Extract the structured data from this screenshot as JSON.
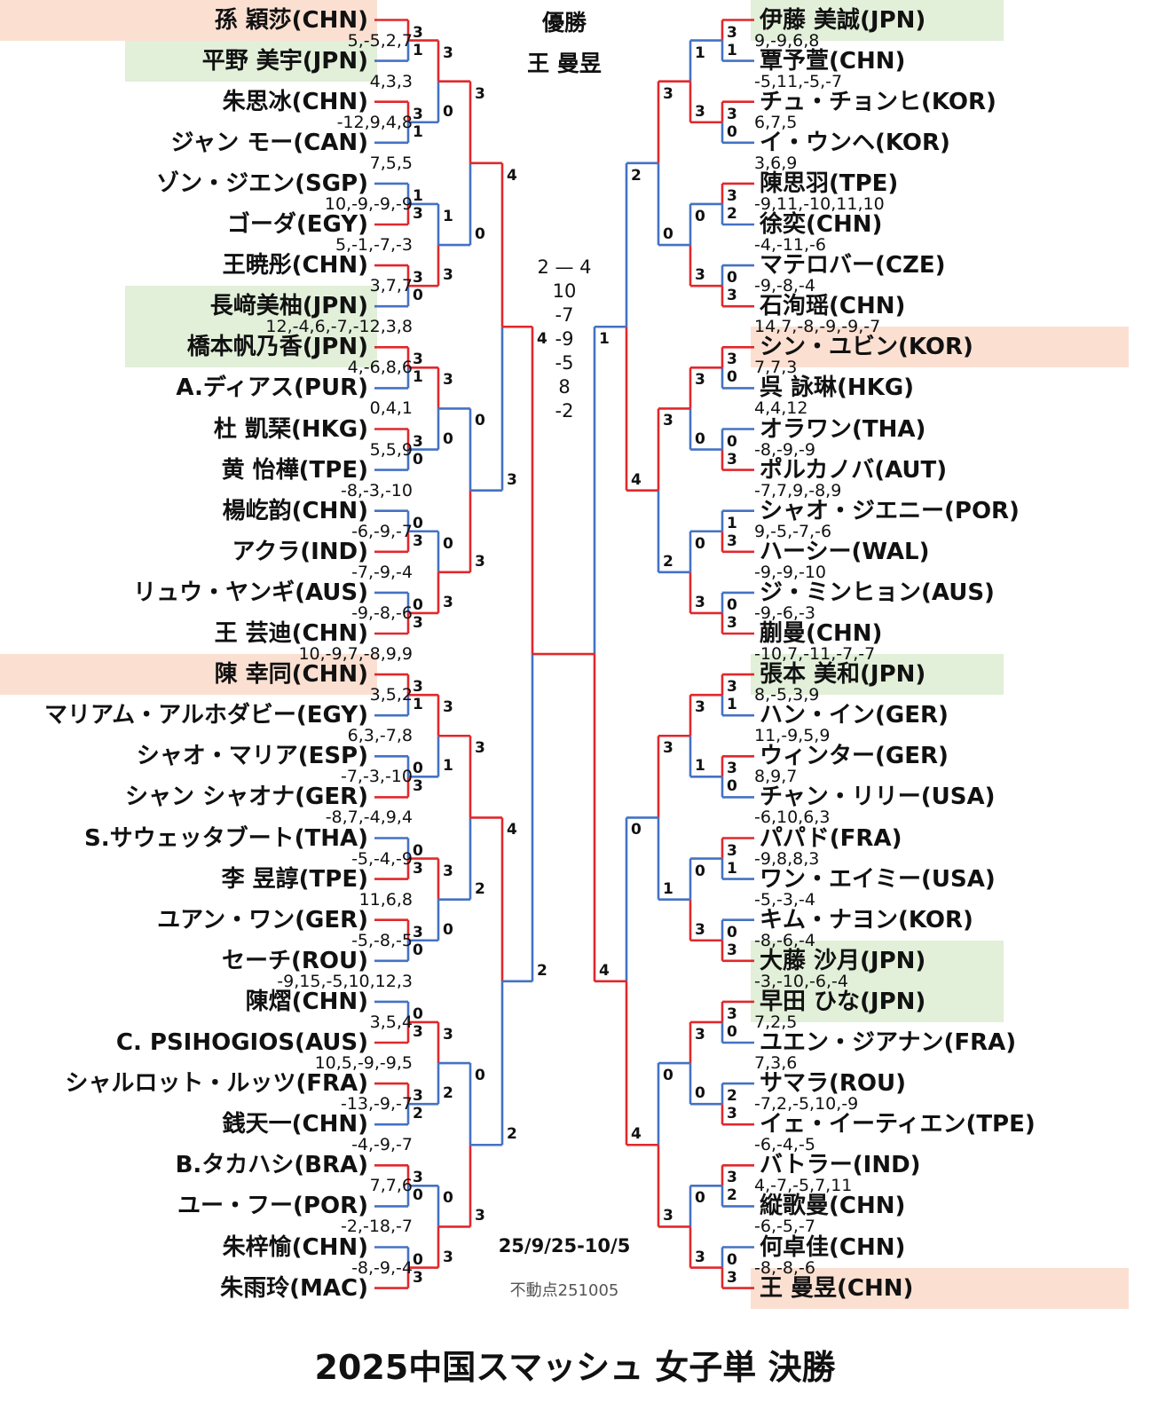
{
  "title": "2025中国スマッシュ 女子単 決勝",
  "champion_label": "優勝",
  "champion": "王 曼昱",
  "dates": "25/9/25-10/5",
  "stamp": "不動点251005",
  "final_score": "2 — 4",
  "final_sets": [
    "10",
    "-7",
    "-9",
    "-5",
    "8",
    "-2"
  ],
  "colors": {
    "winner_line": "#e0282c",
    "loser_line": "#4472c4",
    "pink": "#fbe0d2",
    "green": "#e2efd9"
  },
  "left_players": [
    "孫 穎莎(CHN)",
    "平野 美宇(JPN)",
    "朱思冰(CHN)",
    "ジャン モー(CAN)",
    "ゾン・ジエン(SGP)",
    "ゴーダ(EGY)",
    "王暁彤(CHN)",
    "長﨑美柚(JPN)",
    "橋本帆乃香(JPN)",
    "A.ディアス(PUR)",
    "杜 凱琹(HKG)",
    "黄 怡樺(TPE)",
    "楊屹韵(CHN)",
    "アクラ(IND)",
    "リュウ・ヤンギ(AUS)",
    "王 芸迪(CHN)",
    "陳 幸同(CHN)",
    "マリアム・アルホダビー(EGY)",
    "シャオ・マリア(ESP)",
    "シャン シャオナ(GER)",
    "S.サウェッタブート(THA)",
    "李 昱諄(TPE)",
    "ユアン・ワン(GER)",
    "セーチ(ROU)",
    "陳熠(CHN)",
    "C. PSIHOGIOS(AUS)",
    "シャルロット・ルッツ(FRA)",
    "銭天一(CHN)",
    "B.タカハシ(BRA)",
    "ユー・フー(POR)",
    "朱梓愉(CHN)",
    "朱雨玲(MAC)"
  ],
  "right_players": [
    "伊藤 美誠(JPN)",
    "覃予萱(CHN)",
    "チュ・チョンヒ(KOR)",
    "イ・ウンヘ(KOR)",
    "陳思羽(TPE)",
    "徐奕(CHN)",
    "マテロバー(CZE)",
    "石洵瑶(CHN)",
    "シン・ユビン(KOR)",
    "呉 詠琳(HKG)",
    "オラワン(THA)",
    "ポルカノバ(AUT)",
    "シャオ・ジエニー(POR)",
    "ハーシー(WAL)",
    "ジ・ミンヒョン(AUS)",
    "蒯曼(CHN)",
    "張本 美和(JPN)",
    "ハン・イン(GER)",
    "ウィンター(GER)",
    "チャン・リリー(USA)",
    "パパド(FRA)",
    "ワン・エイミー(USA)",
    "キム・ナヨン(KOR)",
    "大藤 沙月(JPN)",
    "早田 ひな(JPN)",
    "ユエン・ジアナン(FRA)",
    "サマラ(ROU)",
    "イェ・イーティエン(TPE)",
    "バトラー(IND)",
    "縦歌曼(CHN)",
    "何卓佳(CHN)",
    "王 曼昱(CHN)"
  ],
  "left_scores": [
    "5,-5,2,7",
    "4,3,3",
    "-12,9,4,8",
    "7,5,5",
    "10,-9,-9,-9",
    "5,-1,-7,-3",
    "3,7,7",
    "12,-4,6,-7,-12,3,8",
    "4,-6,8,6",
    "0,4,1",
    "5,5,9",
    "-8,-3,-10",
    "-6,-9,-7",
    "-7,-9,-4",
    "-9,-8,-6",
    "10,-9,7,-8,9,9",
    "3,5,2",
    "6,3,-7,8",
    "-7,-3,-10",
    "-8,7,-4,9,4",
    "-5,-4,-9",
    "11,6,8",
    "-5,-8,-5",
    "-9,15,-5,10,12,3",
    "3,5,4",
    "10,5,-9,-9,5",
    "-13,-9,-7",
    "-4,-9,-7",
    "7,7,6",
    "-2,-18,-7",
    "-8,-9,-4"
  ],
  "right_scores": [
    "9,-9,6,8",
    "-5,11,-5,-7",
    "6,7,5",
    "3,6,9",
    "-9,11,-10,11,10",
    "-4,-11,-6",
    "-9,-8,-4",
    "14,7,-8,-9,-9,-7",
    "7,7,3",
    "4,4,12",
    "-8,-9,-9",
    "-7,7,9,-8,9",
    "9,-5,-7,-6",
    "-9,-9,-10",
    "-9,-6,-3",
    "-10,7,-11,-7,-7",
    "8,-5,3,9",
    "11,-9,5,9",
    "8,9,7",
    "-6,10,6,3",
    "-9,8,8,3",
    "-5,-3,-4",
    "-8,-6,-4",
    "-3,-10,-6,-4",
    "7,2,5",
    "7,3,6",
    "-7,2,-5,10,-9",
    "-6,-4,-5",
    "4,-7,-5,7,11",
    "-6,-5,-7",
    "-8,-8,-6"
  ],
  "left_results": [
    [
      [
        3,
        1
      ],
      [
        3,
        1
      ],
      [
        1,
        3
      ],
      [
        3,
        0
      ],
      [
        3,
        1
      ],
      [
        3,
        0
      ],
      [
        0,
        3
      ],
      [
        0,
        3
      ],
      [
        3,
        1
      ],
      [
        0,
        3
      ],
      [
        0,
        3
      ],
      [
        3,
        0
      ],
      [
        0,
        3
      ],
      [
        3,
        2
      ],
      [
        3,
        0
      ],
      [
        0,
        3
      ]
    ],
    [
      [
        3,
        0
      ],
      [
        1,
        3
      ],
      [
        3,
        0
      ],
      [
        0,
        3
      ],
      [
        3,
        1
      ],
      [
        3,
        0
      ],
      [
        3,
        2
      ],
      [
        0,
        3
      ]
    ],
    [
      [
        3,
        0
      ],
      [
        0,
        3
      ],
      [
        3,
        2
      ],
      [
        0,
        3
      ]
    ],
    [
      [
        4,
        3
      ],
      [
        4,
        2
      ]
    ],
    [
      [
        4,
        2
      ]
    ]
  ],
  "right_results": [
    [
      [
        3,
        1
      ],
      [
        3,
        0
      ],
      [
        3,
        2
      ],
      [
        0,
        3
      ],
      [
        3,
        0
      ],
      [
        0,
        3
      ],
      [
        1,
        3
      ],
      [
        0,
        3
      ],
      [
        3,
        1
      ],
      [
        3,
        0
      ],
      [
        3,
        1
      ],
      [
        0,
        3
      ],
      [
        3,
        0
      ],
      [
        2,
        3
      ],
      [
        3,
        2
      ],
      [
        0,
        3
      ]
    ],
    [
      [
        1,
        3
      ],
      [
        0,
        3
      ],
      [
        3,
        0
      ],
      [
        0,
        3
      ],
      [
        3,
        1
      ],
      [
        0,
        3
      ],
      [
        3,
        0
      ],
      [
        0,
        3
      ]
    ],
    [
      [
        3,
        0
      ],
      [
        3,
        2
      ],
      [
        3,
        1
      ],
      [
        0,
        3
      ]
    ],
    [
      [
        2,
        4
      ],
      [
        0,
        4
      ]
    ],
    [
      [
        1,
        4
      ]
    ]
  ],
  "highlights": [
    {
      "side": "left",
      "idx": 0,
      "color": "pink"
    },
    {
      "side": "left",
      "idx": 1,
      "color": "green"
    },
    {
      "side": "left",
      "idx": 7,
      "color": "green"
    },
    {
      "side": "left",
      "idx": 8,
      "color": "green"
    },
    {
      "side": "left",
      "idx": 16,
      "color": "pink"
    },
    {
      "side": "right",
      "idx": 0,
      "color": "green"
    },
    {
      "side": "right",
      "idx": 8,
      "color": "pink"
    },
    {
      "side": "right",
      "idx": 16,
      "color": "green"
    },
    {
      "side": "right",
      "idx": 23,
      "color": "green"
    },
    {
      "side": "right",
      "idx": 24,
      "color": "green"
    },
    {
      "side": "right",
      "idx": 31,
      "color": "pink"
    }
  ]
}
